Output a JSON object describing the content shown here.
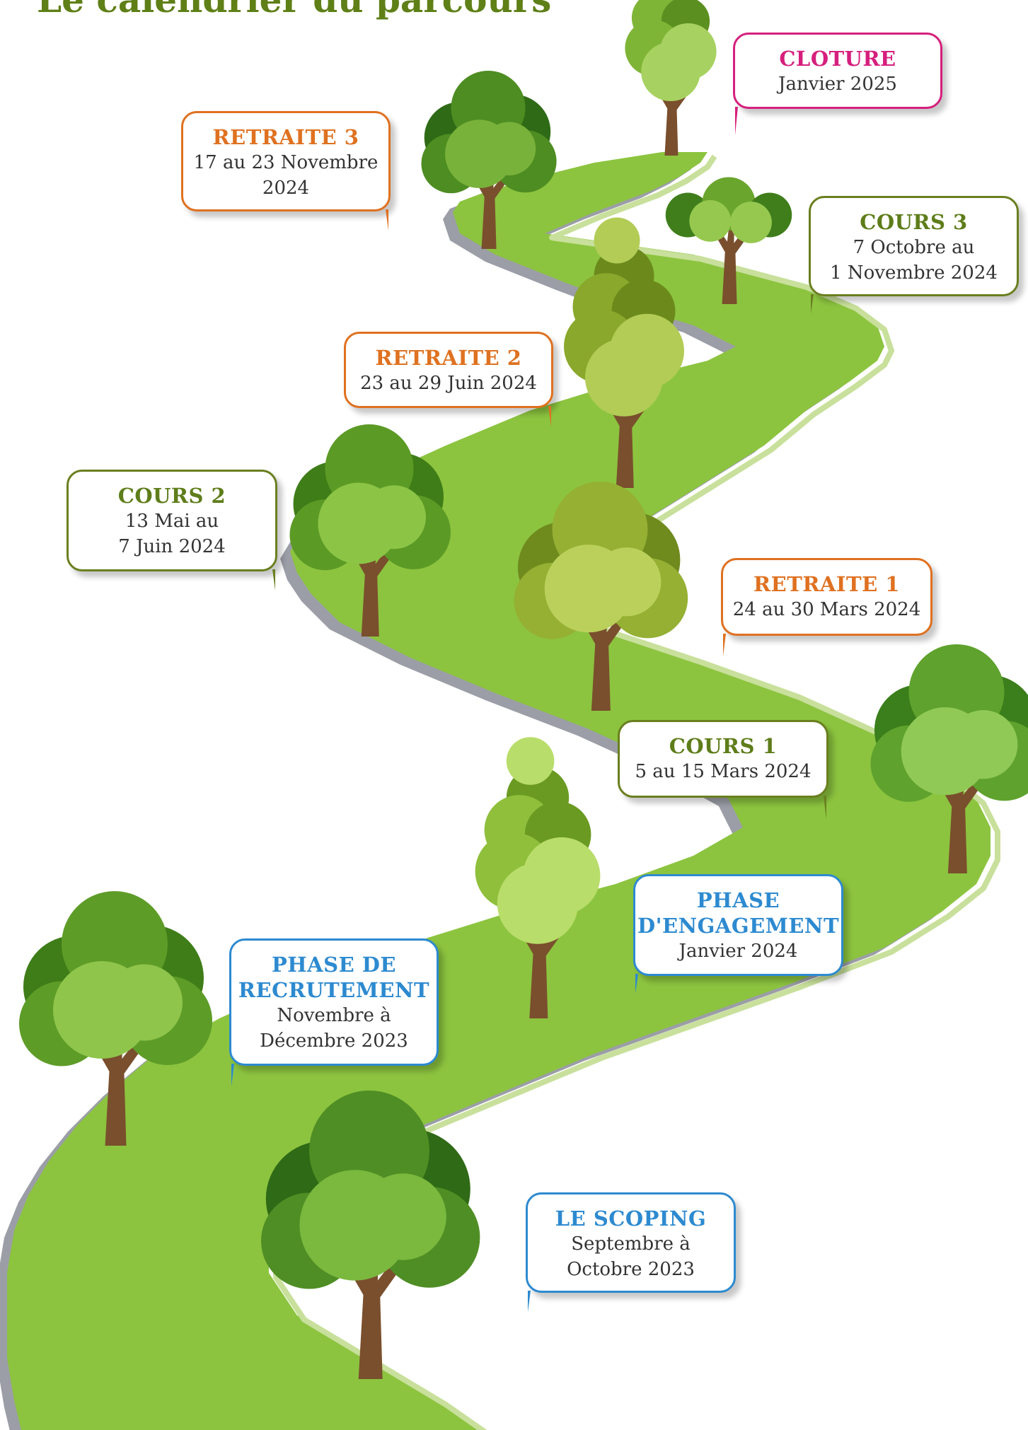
{
  "title": "Le calendrier du parcours",
  "colors": {
    "road": "#8cc43f",
    "road_edge": "#c8e09b",
    "road_shadow": "#8a8d96",
    "trunk": "#7a4f2d",
    "cloture": "#d61f7d",
    "retraite": "#df7120",
    "cours": "#5e7d1a",
    "phase": "#2d8ad0"
  },
  "milestones": [
    {
      "id": "cloture",
      "heading": "CLOTURE",
      "dates": [
        "Janvier 2025"
      ],
      "color": "pink"
    },
    {
      "id": "retraite-3",
      "heading": "RETRAITE 3",
      "dates": [
        "17 au 23 Novembre",
        "2024"
      ],
      "color": "orange"
    },
    {
      "id": "cours-3",
      "heading": "COURS 3",
      "dates": [
        "7 Octobre au",
        "1 Novembre 2024"
      ],
      "color": "green"
    },
    {
      "id": "retraite-2",
      "heading": "RETRAITE 2",
      "dates": [
        "23 au 29 Juin 2024"
      ],
      "color": "orange"
    },
    {
      "id": "cours-2",
      "heading": "COURS 2",
      "dates": [
        "13 Mai au",
        "7 Juin 2024"
      ],
      "color": "green"
    },
    {
      "id": "retraite-1",
      "heading": "RETRAITE 1",
      "dates": [
        "24 au 30 Mars 2024"
      ],
      "color": "orange"
    },
    {
      "id": "cours-1",
      "heading": "COURS 1",
      "dates": [
        "5 au 15 Mars 2024"
      ],
      "color": "green"
    },
    {
      "id": "phase-engagement",
      "heading": [
        "PHASE",
        "D'ENGAGEMENT"
      ],
      "dates": [
        "Janvier 2024"
      ],
      "color": "blue"
    },
    {
      "id": "phase-recrutement",
      "heading": [
        "PHASE DE",
        "RECRUTEMENT"
      ],
      "dates": [
        "Novembre à",
        "Décembre 2023"
      ],
      "color": "blue"
    },
    {
      "id": "scoping",
      "heading": "LE SCOPING",
      "dates": [
        "Septembre à",
        "Octobre 2023"
      ],
      "color": "blue"
    }
  ],
  "trees": [
    {
      "kind": "tall"
    },
    {
      "kind": "round-dark"
    },
    {
      "kind": "umbrella"
    },
    {
      "kind": "tall-olive"
    },
    {
      "kind": "round"
    },
    {
      "kind": "round-olive"
    },
    {
      "kind": "big-round"
    },
    {
      "kind": "tall-light"
    },
    {
      "kind": "round-left"
    },
    {
      "kind": "big-bottom"
    }
  ]
}
